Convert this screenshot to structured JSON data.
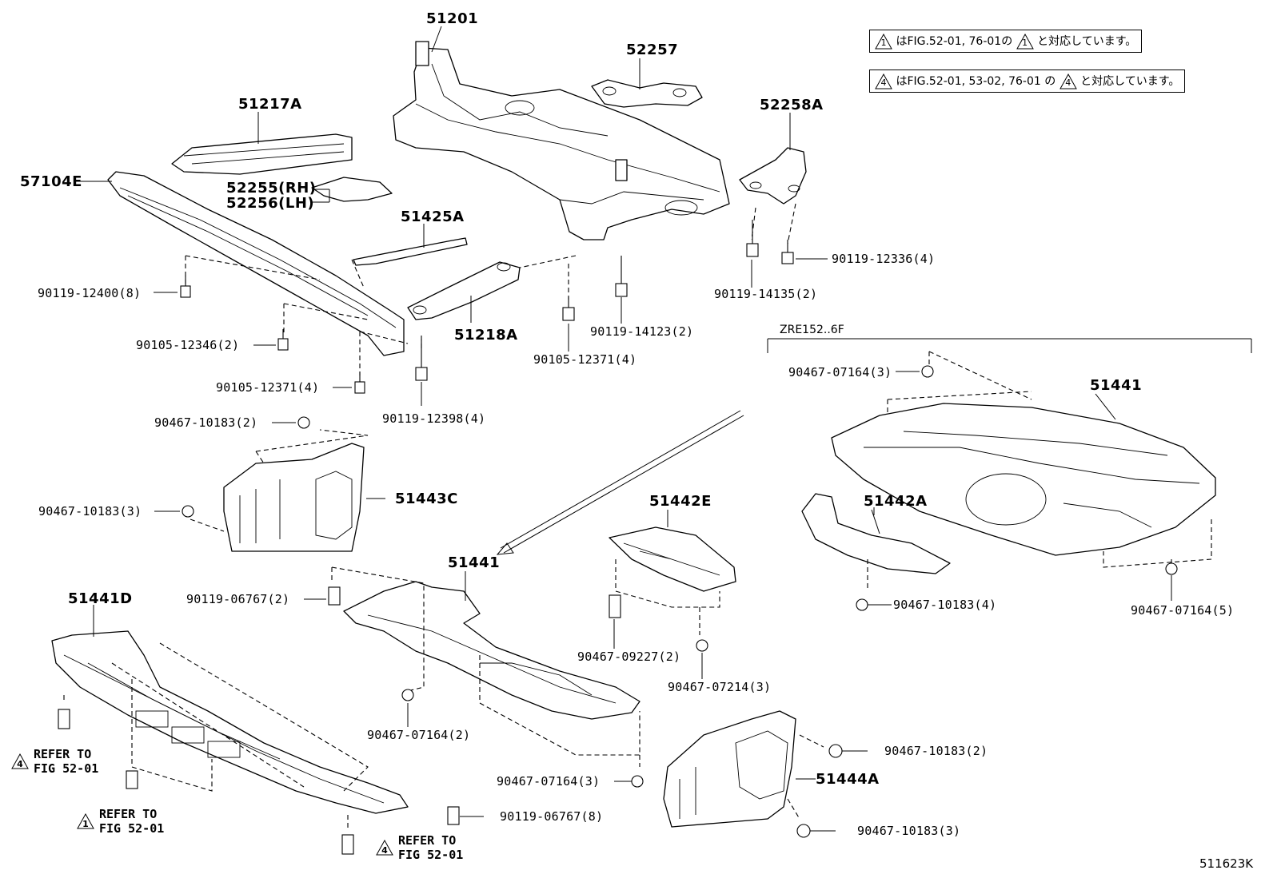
{
  "notes": [
    {
      "num": "1",
      "text": "はFIG.52-01, 76-01の",
      "tail": "と対応しています。"
    },
    {
      "num": "4",
      "text": "はFIG.52-01, 53-02, 76-01 の",
      "tail": "と対応しています。"
    }
  ],
  "diagram_code": "511623K",
  "variant_label": "ZRE152..6F",
  "parts": {
    "p51201": "51201",
    "p52257": "52257",
    "p51217A": "51217A",
    "p52258A": "52258A",
    "p57104E": "57104E",
    "p52255": "52255(RH)",
    "p52256": "52256(LH)",
    "p51425A": "51425A",
    "p51218A": "51218A",
    "p51443C": "51443C",
    "p51441_main": "51441",
    "p51441_right": "51441",
    "p51442E": "51442E",
    "p51442A": "51442A",
    "p51441D": "51441D",
    "p51444A": "51444A"
  },
  "fasteners": {
    "f1": "90119-12400(8)",
    "f2": "90105-12346(2)",
    "f3": "90105-12371(4)",
    "f4": "90119-12398(4)",
    "f5": "90105-12371(4)",
    "f6": "90119-14123(2)",
    "f7": "90119-14135(2)",
    "f8": "90119-12336(4)",
    "f9": "90467-10183(2)",
    "f10": "90467-10183(3)",
    "f11": "90467-07164(3)",
    "f12": "90467-10183(4)",
    "f13": "90467-07164(5)",
    "f14": "90119-06767(2)",
    "f15": "90467-09227(2)",
    "f16": "90467-07214(3)",
    "f17": "90467-07164(2)",
    "f18": "90467-07164(3)",
    "f19": "90119-06767(8)",
    "f20": "90467-10183(2)",
    "f21": "90467-10183(3)"
  },
  "refs": [
    {
      "num": "4",
      "line1": "REFER TO",
      "line2": "FIG 52-01"
    },
    {
      "num": "1",
      "line1": "REFER TO",
      "line2": "FIG 52-01"
    },
    {
      "num": "4",
      "line1": "REFER TO",
      "line2": "FIG 52-01"
    }
  ]
}
